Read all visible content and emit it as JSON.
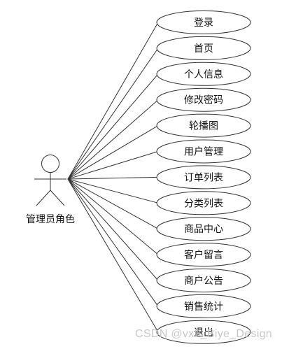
{
  "actor": {
    "label": "管理员角色"
  },
  "use_cases": [
    {
      "label": "登录"
    },
    {
      "label": "首页"
    },
    {
      "label": "个人信息"
    },
    {
      "label": "修改密码"
    },
    {
      "label": "轮播图"
    },
    {
      "label": "用户管理"
    },
    {
      "label": "订单列表"
    },
    {
      "label": "分类列表"
    },
    {
      "label": "商品中心"
    },
    {
      "label": "客户留言"
    },
    {
      "label": "商户公告"
    },
    {
      "label": "销售统计"
    },
    {
      "label": "退出"
    }
  ],
  "watermark": "CSDN @vx2_Biye_Design",
  "colors": {
    "stroke": "#333333",
    "ellipse_fill": "#ffffff"
  }
}
